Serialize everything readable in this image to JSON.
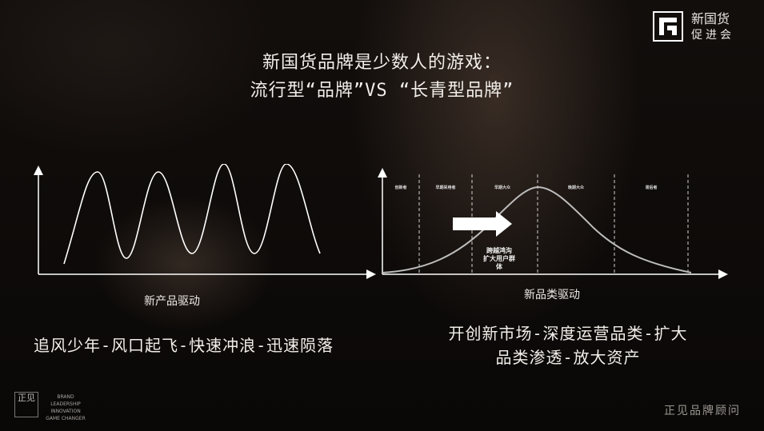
{
  "logo": {
    "line1": "新国货",
    "line2": "促进会",
    "icon": "square-bracket-logo-icon"
  },
  "title": {
    "line1": "新国货品牌是少数人的游戏：",
    "line2": "流行型“品牌”VS “长青型品牌”"
  },
  "left_chart": {
    "caption": "新产品驱动",
    "curve": "oscillating-wave"
  },
  "right_chart": {
    "caption": "新品类驱动",
    "curve": "bell-curve",
    "segments": [
      "创新者",
      "早期采用者",
      "早期大众",
      "晚期大众",
      "滞后者"
    ],
    "arrow_label_lines": [
      "跨越鸿沟",
      "扩大用户群",
      "体"
    ]
  },
  "slogans": {
    "left": "追风少年-风口起飞-快速冲浪-迅速陨落",
    "right_line1": "开创新市场-深度运营品类-扩大",
    "right_line2": "品类渗透-放大资产"
  },
  "footer": {
    "brand_seal": "正见",
    "tagline": [
      "BRAND LEADERSHIP",
      "INNOVATION",
      "GAME CHANGER"
    ],
    "right": "正见品牌顾问"
  }
}
